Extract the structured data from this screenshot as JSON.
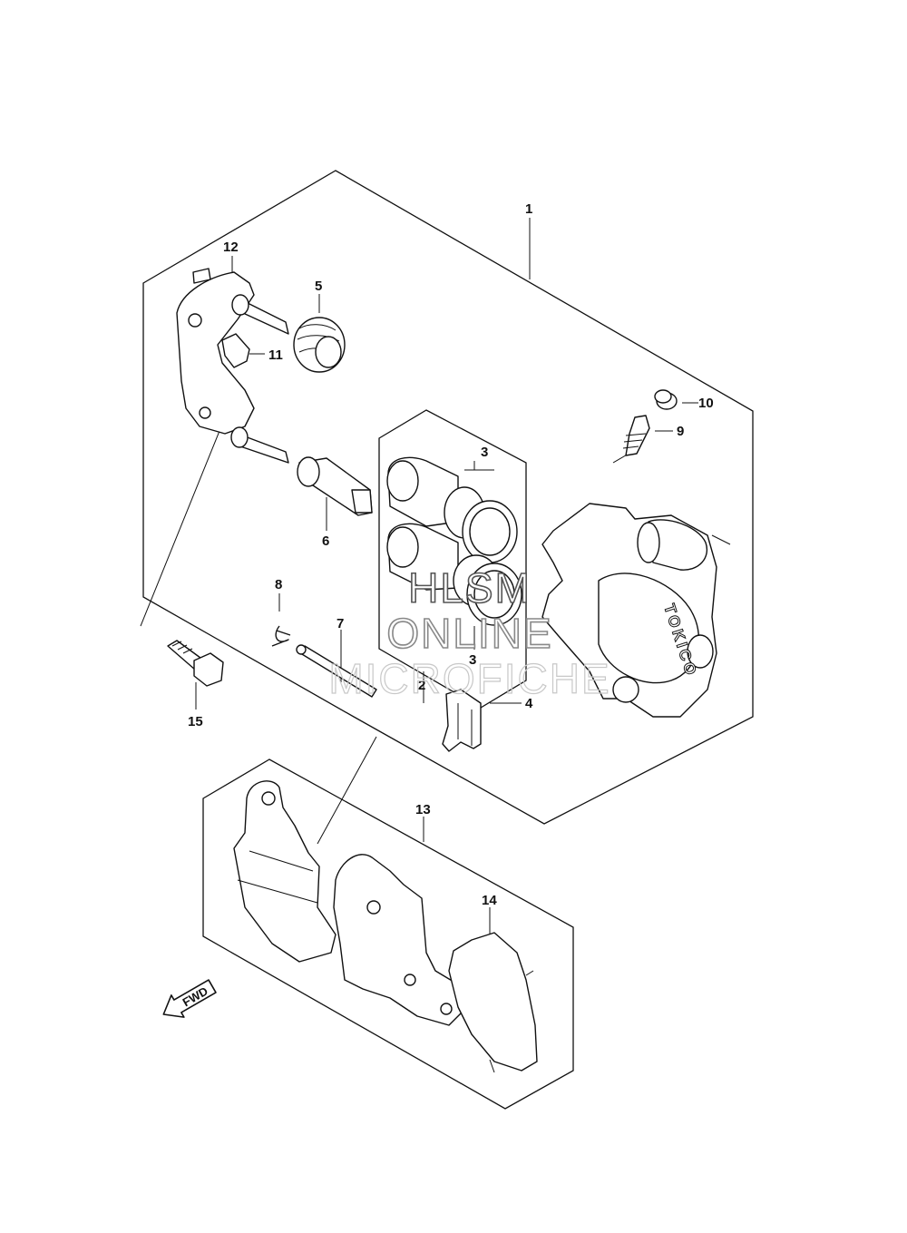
{
  "callouts": {
    "c1": "1",
    "c2": "2",
    "c3a": "3",
    "c3b": "3",
    "c4": "4",
    "c5": "5",
    "c6": "6",
    "c7": "7",
    "c8": "8",
    "c9": "9",
    "c10": "10",
    "c11": "11",
    "c12": "12",
    "c13": "13",
    "c14": "14",
    "c15": "15"
  },
  "caliper_brand": "TOKICO",
  "fwd_label": "FWD",
  "watermark": {
    "line1": "HLSM",
    "line2": "ONLINE",
    "line3": "MICROFICHE"
  }
}
